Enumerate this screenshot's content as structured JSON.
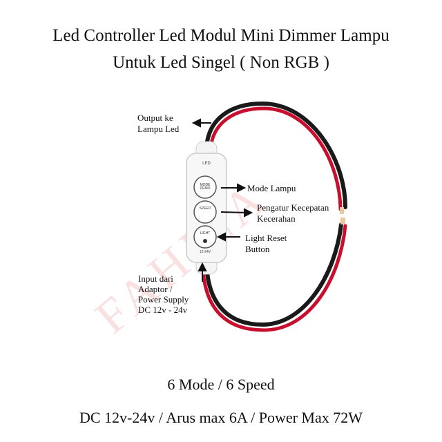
{
  "title": {
    "line1": "Led Controller Led Modul Mini Dimmer Lampu",
    "line2": "Untuk Led Singel ( Non RGB )"
  },
  "watermark": "FAHILA",
  "device": {
    "top_text": "LED",
    "mode_button": "MODE DEMO",
    "speed_button": "SPEED",
    "light_button": "LIGHT",
    "bottom_text": "12-24V"
  },
  "labels": {
    "output_line1": "Output ke",
    "output_line2": "Lampu Led",
    "mode": "Mode Lampu",
    "speed_line1": "Pengatur Kecepatan",
    "speed_line2": "Kecerahan",
    "reset_line1": "Light Reset",
    "reset_line2": "Button",
    "input_line1": "Input dari",
    "input_line2": "Adaptor /",
    "input_line3": "Power Supply",
    "input_line4": "DC 12v - 24v"
  },
  "specs": {
    "modes": "6 Mode / 6 Speed",
    "power": "DC 12v-24v / Arus max 6A / Power Max 72W"
  }
}
